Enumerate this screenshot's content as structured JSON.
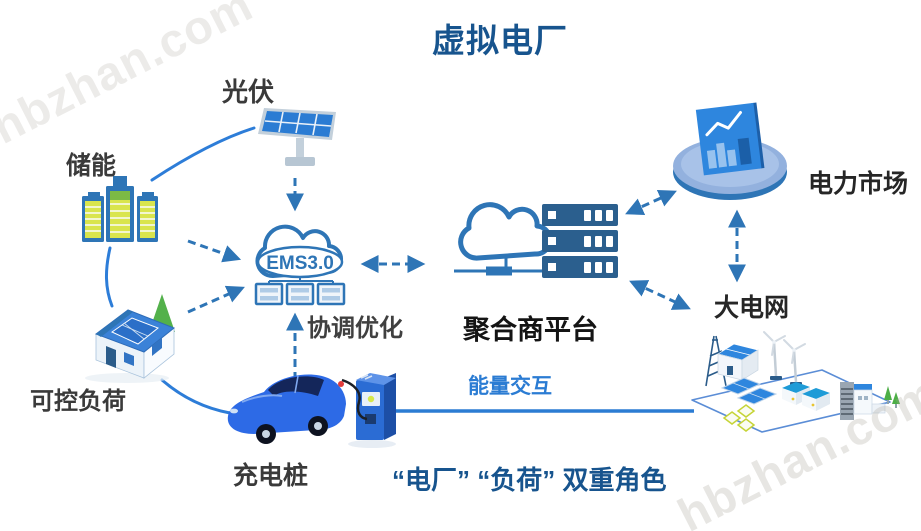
{
  "title": "虚拟电厂",
  "watermark": {
    "text": "hbzhan.com"
  },
  "nodes": {
    "pv": {
      "label": "光伏"
    },
    "storage": {
      "label": "储能"
    },
    "load": {
      "label": "可控负荷"
    },
    "charger": {
      "label": "充电桩"
    },
    "ems": {
      "label": "EMS3.0"
    },
    "coordination": {
      "label": "协调优化"
    },
    "aggregator": {
      "label": "聚合商平台"
    },
    "market": {
      "label": "电力市场"
    },
    "grid": {
      "label": "大电网"
    }
  },
  "connections": {
    "energy_label": "能量交互"
  },
  "footer": {
    "label": "“电厂” “负荷” 双重角色"
  },
  "icons": [
    "solar-panel-icon",
    "battery-icon",
    "house-icon",
    "ev-charging-icon",
    "ems-cloud-icon",
    "aggregator-cloud-server-icon",
    "market-disk-icon",
    "grid-scene-icon"
  ],
  "colors": {
    "title_blue": "#17548E",
    "arrow_blue": "#2E75B6",
    "curve_blue": "#2D7DD8",
    "energy_line_blue": "#2B7CD3",
    "server_navy": "#2B5F8E",
    "battery_cell_yellow": "#D9E54D",
    "battery_cell_green": "#7CBA45",
    "panel_blue": "#2B7CD3",
    "car_blue": "#2D6AE6"
  }
}
